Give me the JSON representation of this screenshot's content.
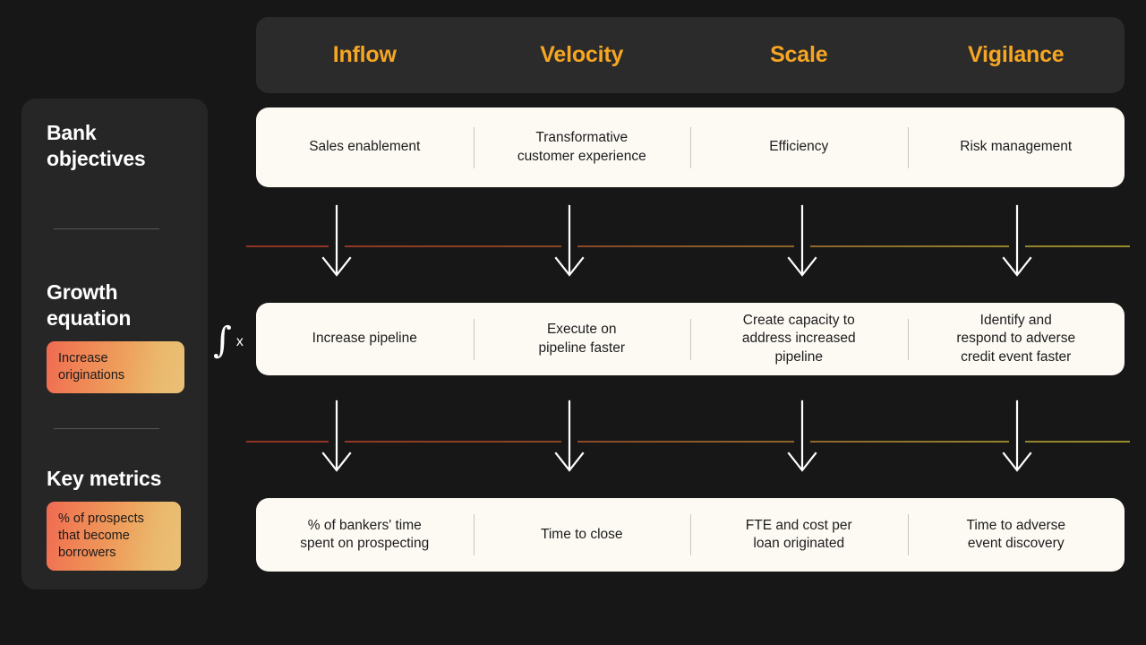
{
  "background_color": "#171717",
  "accent_color": "#f6a623",
  "card_color": "#fdfaf4",
  "sidebar": {
    "panel_color": "#262626",
    "sections": [
      {
        "title": "Bank\nobjectives",
        "chip": null
      },
      {
        "title": "Growth\nequation",
        "chip": "Increase\noriginations"
      },
      {
        "title": "Key metrics",
        "chip": "% of prospects\nthat become\nborrowers"
      }
    ],
    "chip_gradient_from": "#ef6a52",
    "chip_gradient_to": "#e9c077"
  },
  "integral": {
    "symbol": "∫",
    "variable": "x"
  },
  "header": {
    "columns": [
      "Inflow",
      "Velocity",
      "Scale",
      "Vigilance"
    ]
  },
  "rows": [
    {
      "name": "bank-objectives",
      "cells": [
        "Sales enablement",
        "Transformative\ncustomer experience",
        "Efficiency",
        "Risk management"
      ]
    },
    {
      "name": "growth-equation",
      "cells": [
        "Increase pipeline",
        "Execute on\npipeline faster",
        "Create capacity to\naddress increased\npipeline",
        "Identify and\nrespond to adverse\ncredit event faster"
      ]
    },
    {
      "name": "key-metrics",
      "cells": [
        "% of bankers' time\nspent on prospecting",
        "Time to close",
        "FTE and cost per\nloan originated",
        "Time to adverse\nevent discovery"
      ]
    }
  ],
  "connectors": {
    "line_gradient_from": "#8e3322",
    "line_gradient_to": "#9a8b2d",
    "arrow_color": "#ffffff",
    "arrow_count": 4
  }
}
